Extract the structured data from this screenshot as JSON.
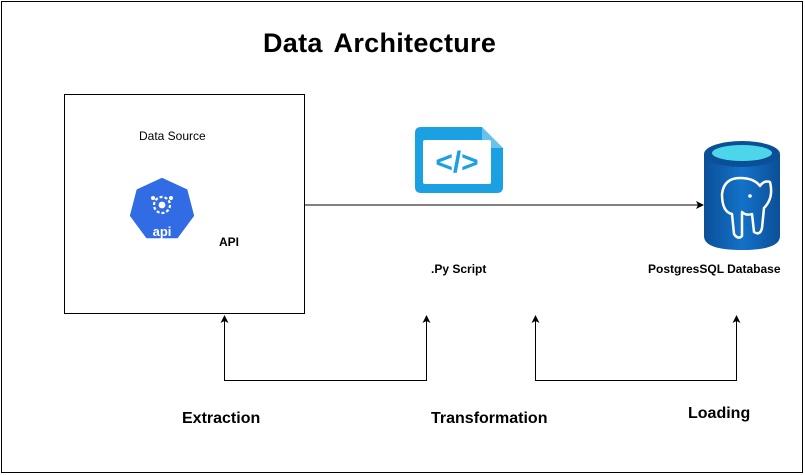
{
  "title": "Data  Architecture",
  "nodes": {
    "data_source": {
      "label": "Data Source",
      "icon": "kubernetes-api-icon",
      "icon_text": "api",
      "sub_label": "API"
    },
    "script": {
      "label": ".Py Script",
      "icon": "code-file-icon",
      "icon_text": "</>"
    },
    "database": {
      "label": "PostgresSQL Database",
      "icon": "postgresql-database-icon"
    }
  },
  "stages": {
    "extraction": "Extraction",
    "transformation": "Transformation",
    "loading": "Loading"
  },
  "colors": {
    "api_blue": "#326ce5",
    "script_blue": "#1ba1e2",
    "db_blue": "#0f5fb0",
    "db_top": "#4dd5ea",
    "line": "#000000"
  }
}
